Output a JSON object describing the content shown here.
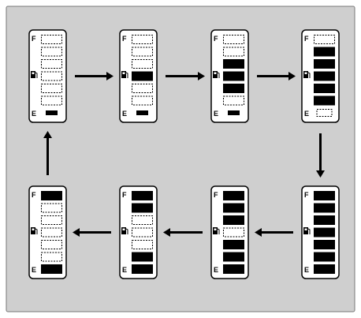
{
  "colors": {
    "panel_bg": "#cfcfcf",
    "panel_border": "#7a7a7a",
    "gauge_bg": "#ffffff",
    "gauge_border": "#000000",
    "segment_fill": "#000000",
    "arrow": "#000000"
  },
  "gauge_labels": {
    "full": "F",
    "empty": "E"
  },
  "icons": {
    "fuel": "fuel-pump-icon",
    "arrow": "arrow-icon"
  },
  "segment_count": 7,
  "gauges": [
    {
      "id": "gauge-1",
      "segments": [
        "outline",
        "outline",
        "outline",
        "outline",
        "outline",
        "outline",
        "small"
      ]
    },
    {
      "id": "gauge-2",
      "segments": [
        "outline",
        "outline",
        "outline",
        "filled",
        "outline",
        "outline",
        "small"
      ]
    },
    {
      "id": "gauge-3",
      "segments": [
        "outline",
        "outline",
        "filled",
        "filled",
        "filled",
        "outline",
        "small"
      ]
    },
    {
      "id": "gauge-4",
      "segments": [
        "outline",
        "filled",
        "filled",
        "filled",
        "filled",
        "filled",
        "small-outline"
      ]
    },
    {
      "id": "gauge-5",
      "segments": [
        "filled",
        "filled",
        "filled",
        "filled",
        "filled",
        "filled",
        "filled"
      ]
    },
    {
      "id": "gauge-6",
      "segments": [
        "filled",
        "filled",
        "filled",
        "outline",
        "filled",
        "filled",
        "filled"
      ]
    },
    {
      "id": "gauge-7",
      "segments": [
        "filled",
        "filled",
        "outline",
        "outline",
        "outline",
        "filled",
        "filled"
      ]
    },
    {
      "id": "gauge-8",
      "segments": [
        "filled",
        "outline",
        "outline",
        "outline",
        "outline",
        "outline",
        "filled"
      ]
    }
  ],
  "sequence": [
    "gauge-1",
    "gauge-2",
    "gauge-3",
    "gauge-4",
    "gauge-5",
    "gauge-6",
    "gauge-7",
    "gauge-8",
    "gauge-1"
  ]
}
